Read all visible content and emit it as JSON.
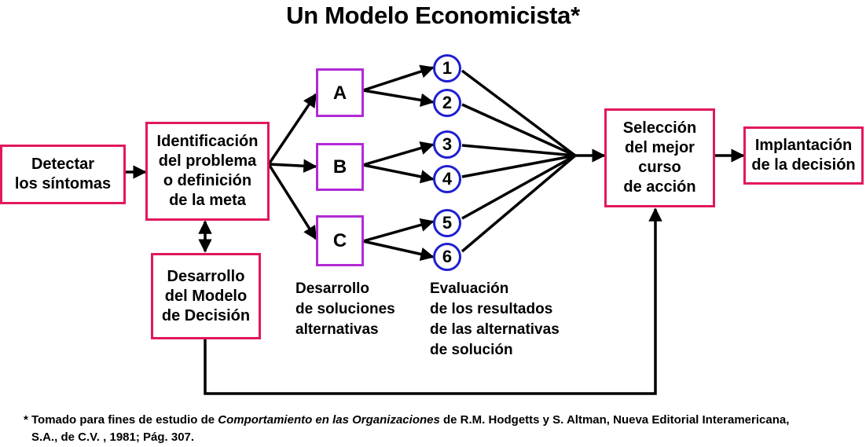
{
  "title": "Un Modelo Economicista*",
  "boxes": {
    "detectar": "Detectar\nlos síntomas",
    "identificacion": "Identificación\ndel problema\no definición\nde la meta",
    "desarrollo_modelo": "Desarrollo\ndel Modelo\nde Decisión",
    "seleccion": "Selección\ndel mejor\ncurso\nde acción",
    "implantacion": "Implantación\nde la decisión"
  },
  "alternatives": [
    "A",
    "B",
    "C"
  ],
  "results": [
    "1",
    "2",
    "3",
    "4",
    "5",
    "6"
  ],
  "captions": {
    "soluciones": "Desarrollo\nde soluciones\nalternativas",
    "evaluacion": "Evaluación\nde los resultados\nde las alternativas\nde solución"
  },
  "footnote": {
    "prefix": "* Tomado para fines de estudio de ",
    "book": "Comportamiento en las Organizaciones",
    "suffix": " de R.M. Hodgetts y S. Altman, Nueva Editorial Interamericana,",
    "line2": "S.A., de C.V. , 1981; Pág. 307."
  },
  "colors": {
    "box_border": "#e2185b",
    "alt_border": "#b22ad6",
    "circle_border": "#1f1fd0",
    "arrow": "#000000"
  }
}
